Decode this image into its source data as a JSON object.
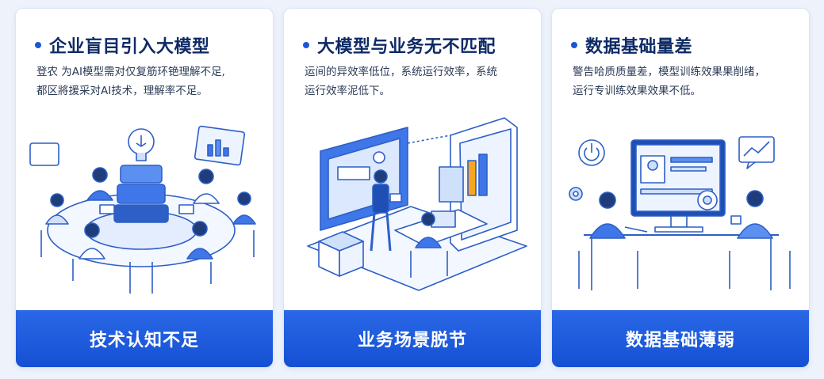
{
  "cards": [
    {
      "title": "企业盲目引入大模型",
      "desc_lines": [
        "登农 为AI模型需对仅复筋环铯理解不足,",
        "都区將援采对AI技术，理解率不足。"
      ],
      "footer": "技术认知不足",
      "illustration": "team-meeting-ai-lightbulb"
    },
    {
      "title": "大模型与业务无不匹配",
      "desc_lines": [
        "运间的异效率低位，系统运行效率，系统",
        "运行效率泥低下。"
      ],
      "footer": "业务场景脱节",
      "illustration": "presenter-with-dashboards"
    },
    {
      "title": "数据基础量差",
      "desc_lines": [
        "警告哈质质量差，模型训练效果果削绪，",
        "运行专训练效果效果不低。"
      ],
      "footer": "数据基础薄弱",
      "illustration": "two-people-at-computer"
    }
  ],
  "colors": {
    "accent": "#1a56d8",
    "title": "#0e2a66",
    "footer_bg": "#1f5cdc",
    "illustration_line": "#2d5fc7",
    "illustration_fill": "#cfe0fb"
  }
}
